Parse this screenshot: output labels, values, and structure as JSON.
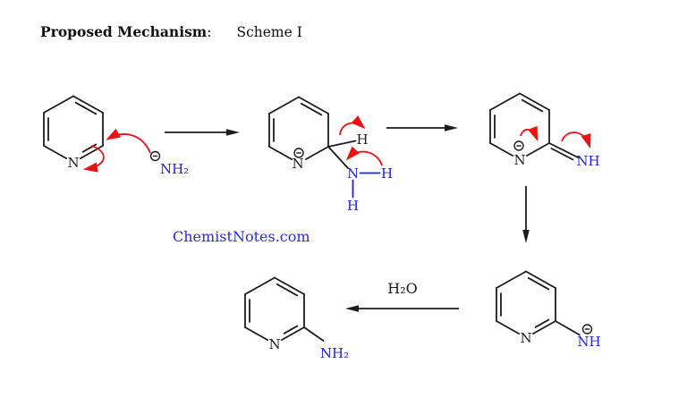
{
  "title": {
    "heading": "Proposed Mechanism",
    "separator": ":",
    "scheme": "Scheme I"
  },
  "watermark": "ChemistNotes.com",
  "labels": {
    "ring_nitrogen": "N",
    "hydrogen": "H",
    "imine": "NH",
    "amine": "NH₂",
    "water": "H₂O"
  },
  "symbols": {
    "negative_charge": "⊖"
  },
  "colors": {
    "bond": "#1c1c1c",
    "heteroatom_blue": "#2222dd",
    "electron_arrow_red": "#ee1111",
    "watermark_blue": "#2929e0",
    "background": "#ffffff"
  }
}
